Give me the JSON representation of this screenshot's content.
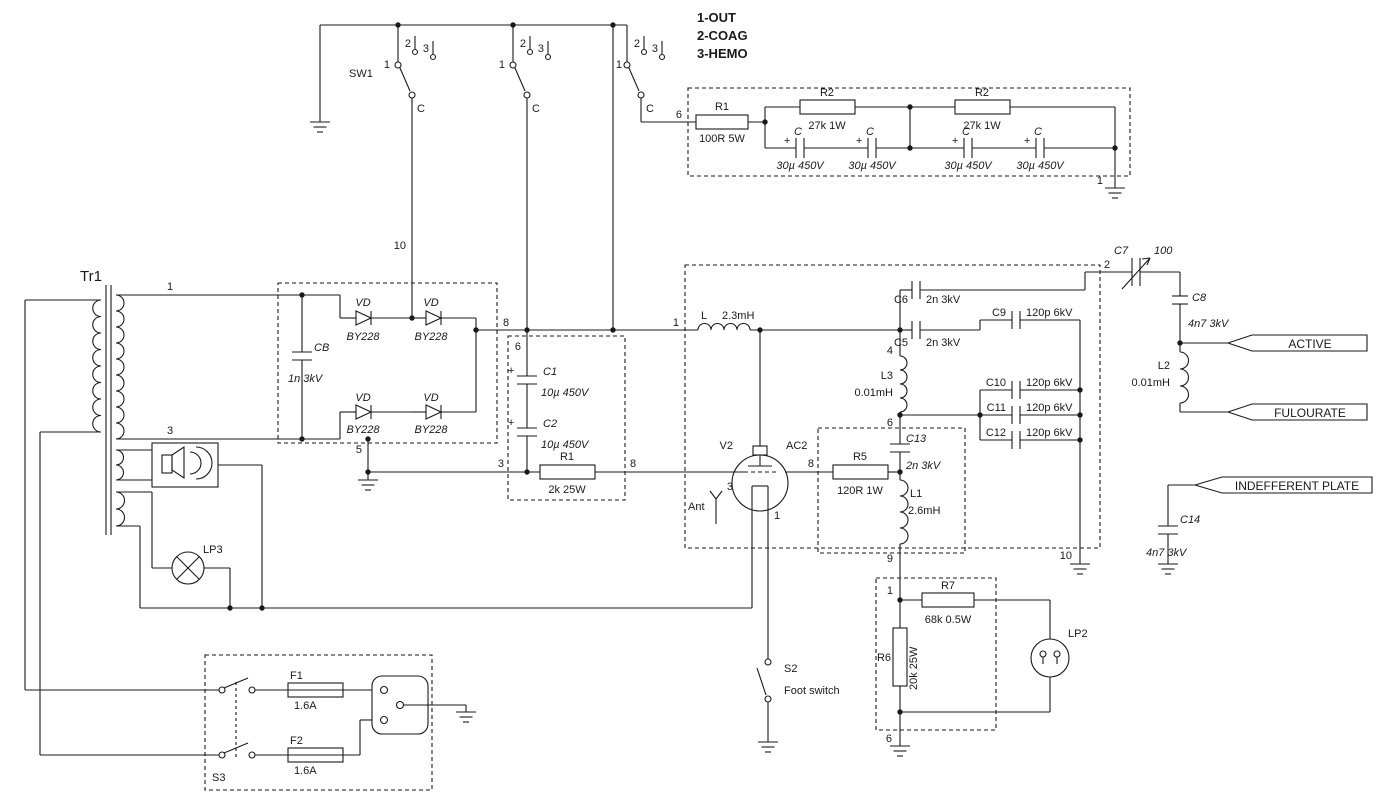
{
  "colors": {
    "ink": "#1a1a1a",
    "bg": "#ffffff"
  },
  "legend": {
    "l1": "1-OUT",
    "l2": "2-COAG",
    "l3": "3-HEMO"
  },
  "sw1": {
    "name": "SW1",
    "p1": "1",
    "p2": "2",
    "p3": "3",
    "c": "C"
  },
  "hemo_filter": {
    "pin_in": "6",
    "pin_gnd": "1",
    "r1": "R1",
    "r1_v": "100R 5W",
    "r2": "R2",
    "r2_v": "27k 1W",
    "c": "C",
    "c_v": "30µ 450V",
    "plus": "+"
  },
  "tr1": {
    "name": "Tr1",
    "pin1": "1",
    "pin3": "3"
  },
  "bridge": {
    "pin10": "10",
    "pin8": "8",
    "pin5": "5",
    "cb": "CB",
    "cb_v": "1n 3kV",
    "vd": "VD",
    "vd_t": "BY228"
  },
  "smoothing": {
    "pin6": "6",
    "pin3": "3",
    "pin8": "8",
    "c1": "C1",
    "c1_v": "10µ 450V",
    "c2": "C2",
    "c2_v": "10µ 450V",
    "r1": "R1",
    "r1_v": "2k 25W",
    "plus": "+"
  },
  "tube": {
    "v2": "V2",
    "ac2": "AC2",
    "ant": "Ant",
    "pin3": "3",
    "pin1": "1"
  },
  "s2": {
    "name": "S2",
    "caption": "Foot switch"
  },
  "tank": {
    "pin1": "1",
    "pin2": "2",
    "pin4": "4",
    "pin6": "6",
    "pin8": "8",
    "pin9": "9",
    "pin10": "10",
    "l": "L",
    "l_v": "2.3mH",
    "c5": "C5",
    "c5_v": "2n 3kV",
    "c6": "C6",
    "c6_v": "2n 3kV",
    "c9": "C9",
    "c9_v": "120p 6kV",
    "c10": "C10",
    "c10_v": "120p 6kV",
    "c11": "C11",
    "c11_v": "120p 6kV",
    "c12": "C12",
    "c12_v": "120p 6kV",
    "l3": "L3",
    "l3_v": "0.01mH",
    "c13": "C13",
    "c13_v": "2n 3kV",
    "r5": "R5",
    "r5_v": "120R 1W",
    "l1": "L1",
    "l1_v": "2.6mH"
  },
  "output": {
    "c7": "C7",
    "c7_v": "100",
    "c8": "C8",
    "c8_v": "4n7 3kV",
    "l2": "L2",
    "l2_v": "0.01mH",
    "c14": "C14",
    "c14_v": "4n7 3kV",
    "active": "ACTIVE",
    "fulourate": "FULOURATE",
    "indefferent": "INDEFFERENT PLATE"
  },
  "feedback": {
    "pin1": "1",
    "pin6": "6",
    "r7": "R7",
    "r7_v": "68k 0.5W",
    "r6": "R6",
    "r6_v": "20k 25W",
    "lp2": "LP2"
  },
  "lp3": {
    "name": "LP3"
  },
  "mains": {
    "s3": "S3",
    "f1": "F1",
    "f1_v": "1.6A",
    "f2": "F2",
    "f2_v": "1.6A"
  }
}
